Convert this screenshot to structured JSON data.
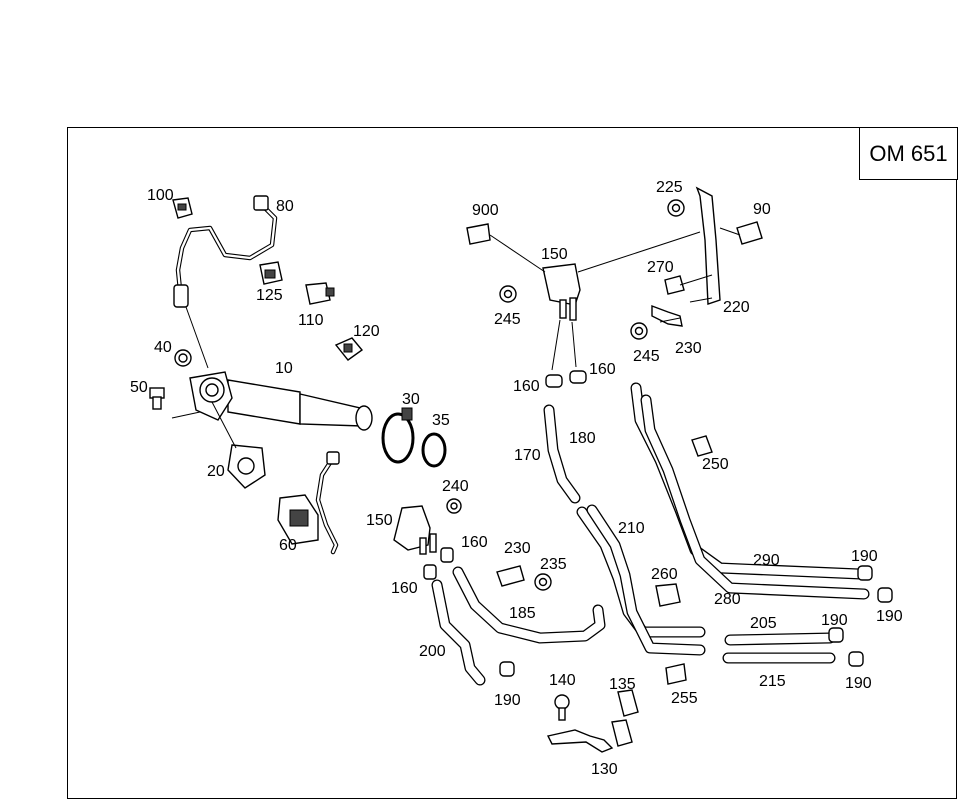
{
  "model": "OM 651",
  "labels": {
    "p10": "10",
    "p20": "20",
    "p30": "30",
    "p35": "35",
    "p40": "40",
    "p50": "50",
    "p60": "60",
    "p80": "80",
    "p90": "90",
    "p100": "100",
    "p110": "110",
    "p120": "120",
    "p125": "125",
    "p130": "130",
    "p135": "135",
    "p140": "140",
    "p150a": "150",
    "p150b": "150",
    "p160a": "160",
    "p160b": "160",
    "p160c": "160",
    "p160d": "160",
    "p170": "170",
    "p180": "180",
    "p185": "185",
    "p190a": "190",
    "p190b": "190",
    "p190c": "190",
    "p190d": "190",
    "p190e": "190",
    "p200": "200",
    "p205": "205",
    "p210": "210",
    "p215": "215",
    "p220": "220",
    "p225": "225",
    "p230a": "230",
    "p230b": "230",
    "p235": "235",
    "p240": "240",
    "p245a": "245",
    "p245b": "245",
    "p250": "250",
    "p255": "255",
    "p260": "260",
    "p270": "270",
    "p280": "280",
    "p290": "290",
    "p900": "900"
  }
}
